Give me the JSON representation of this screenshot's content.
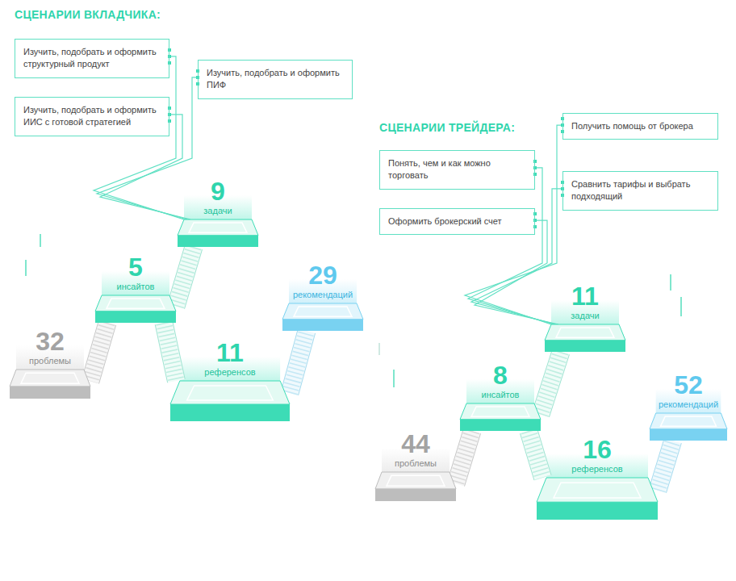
{
  "diagram": {
    "nodes": [
      {
        "text": [
          "Изучить, подобрать и оформить структурный продукт"
        ]
      },
      {
        "text": [
          "Изучить, подобрать и оформить ПИФ"
        ]
      },
      {
        "text": [
          "Изучить, подобрать и оформить ИИС с готовой стратегией"
        ]
      },
      {
        "text": [
          "9",
          "задачи"
        ]
      },
      {
        "text": [
          "5",
          "инсайтов"
        ]
      },
      {
        "text": [
          "32",
          "проблемы"
        ]
      },
      {
        "text": [
          "11",
          "референсов"
        ]
      },
      {
        "text": [
          "29",
          "рекомендаций"
        ]
      },
      {
        "text": [
          "Получить помощь от брокера"
        ]
      },
      {
        "text": [
          "Понять, чем и как можно торговать"
        ]
      },
      {
        "text": [
          "Сравнить тарифы и выбрать подходящий"
        ]
      },
      {
        "text": [
          "Оформить брокерский счет"
        ]
      },
      {
        "text": [
          "11",
          "задачи"
        ]
      },
      {
        "text": [
          "8",
          "инсайтов"
        ]
      },
      {
        "text": [
          "44",
          "проблемы"
        ]
      },
      {
        "text": [
          "16",
          "референсов"
        ]
      },
      {
        "text": [
          "52",
          "рекомендаций"
        ]
      }
    ],
    "edges": [
      {
        "from": 0,
        "to": 3,
        "arrow": "none"
      },
      {
        "from": 1,
        "to": 3,
        "arrow": "none"
      },
      {
        "from": 2,
        "to": 3,
        "arrow": "none"
      },
      {
        "from": 3,
        "to": 4,
        "arrow": "none"
      },
      {
        "from": 4,
        "to": 5,
        "arrow": "none"
      },
      {
        "from": 4,
        "to": 6,
        "arrow": "none"
      },
      {
        "from": 6,
        "to": 7,
        "arrow": "none"
      },
      {
        "from": 8,
        "to": 12,
        "arrow": "none"
      },
      {
        "from": 9,
        "to": 12,
        "arrow": "none"
      },
      {
        "from": 10,
        "to": 12,
        "arrow": "none"
      },
      {
        "from": 11,
        "to": 12,
        "arrow": "none"
      },
      {
        "from": 12,
        "to": 13,
        "arrow": "none"
      },
      {
        "from": 13,
        "to": 14,
        "arrow": "none"
      },
      {
        "from": 13,
        "to": 15,
        "arrow": "none"
      },
      {
        "from": 15,
        "to": 16,
        "arrow": "none"
      }
    ],
    "labels": [
      "СЦЕНАРИИ ВКЛАДЧИКА:",
      "СЦЕНАРИИ ТРЕЙДЕРА:"
    ]
  }
}
